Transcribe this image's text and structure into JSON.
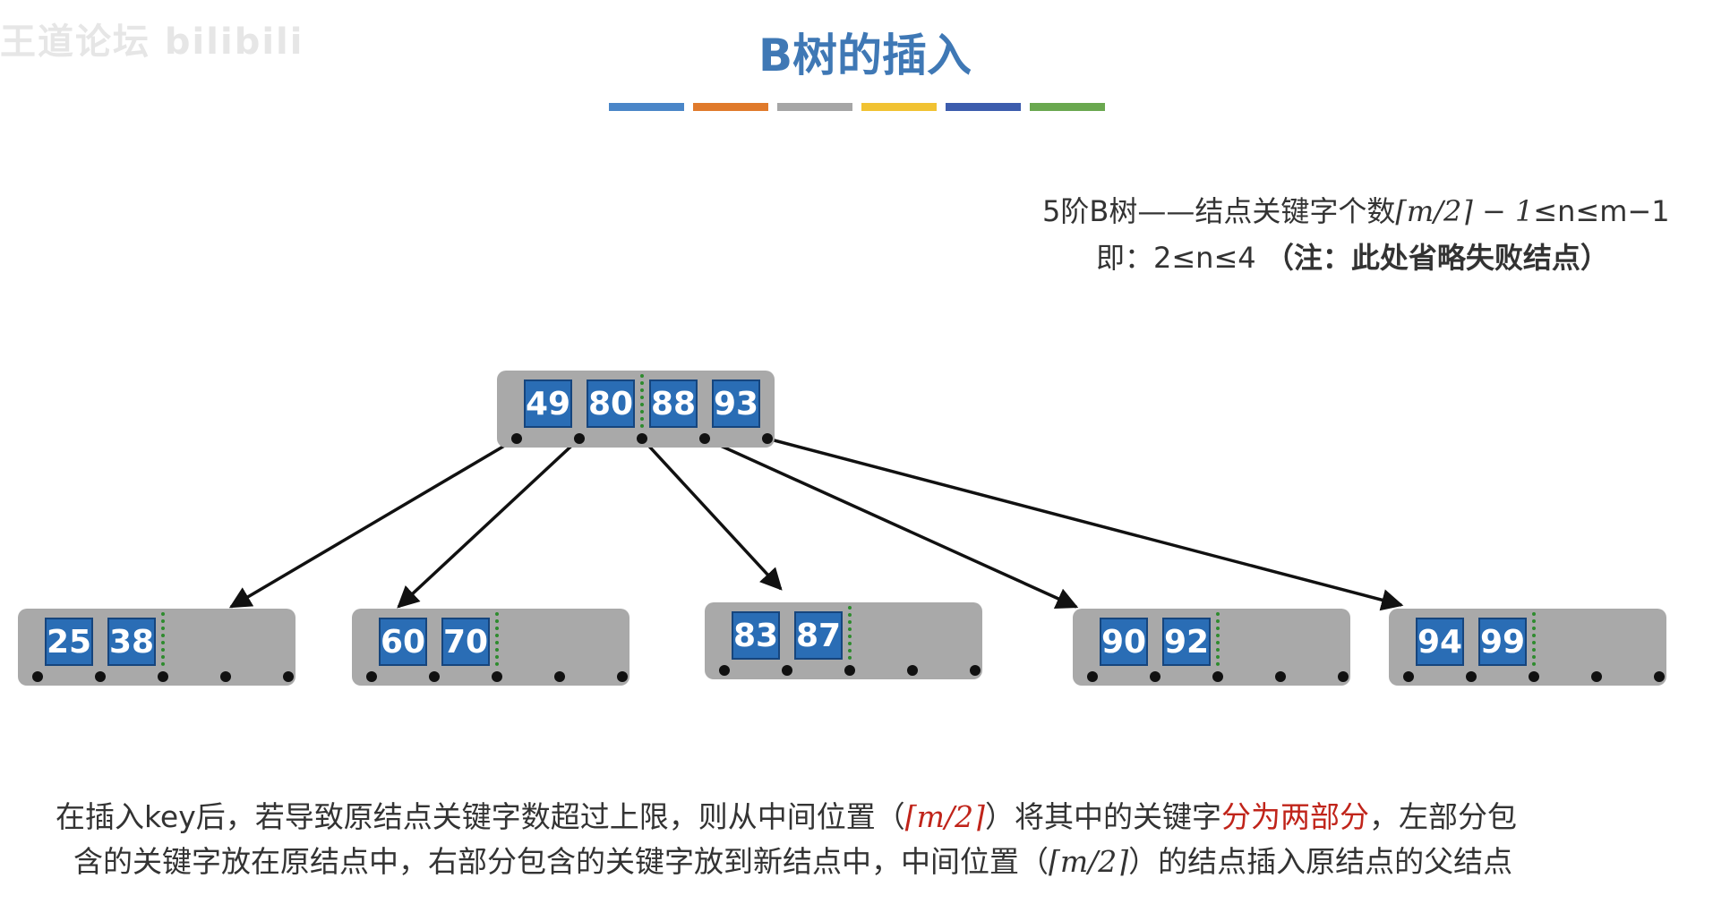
{
  "watermark": "王道论坛 bilibili",
  "title": "B树的插入",
  "color_bars": [
    "#4a86c8",
    "#e07a2b",
    "#a6a6a6",
    "#f1c232",
    "#3c5cad",
    "#6aa84f"
  ],
  "constraint": {
    "line1_prefix": "5阶B树——结点关键字个数",
    "line1_math": "⌈m/2⌉ − 1",
    "line1_suffix": "≤n≤m−1",
    "line2_prefix": "即：2≤n≤4",
    "line2_note": "（注：此处省略失败结点）"
  },
  "tree": {
    "root": {
      "keys": [
        "49",
        "80",
        "88",
        "93"
      ]
    },
    "children": [
      {
        "keys": [
          "25",
          "38"
        ]
      },
      {
        "keys": [
          "60",
          "70"
        ]
      },
      {
        "keys": [
          "83",
          "87"
        ]
      },
      {
        "keys": [
          "90",
          "92"
        ]
      },
      {
        "keys": [
          "94",
          "99"
        ]
      }
    ]
  },
  "caption": {
    "p1": "在插入key后，若导致原结点关键字数超过上限，则从中间位置（",
    "p1_math": "⌈m/2⌉",
    "p2": "）将其中的关键字",
    "p2_hl": "分为两部分",
    "p3": "，左部分包",
    "l2_a": "含的关键字放在原结点中，右部分包含的关键字放到新结点中，中间位置（",
    "l2_math": "⌈m/2⌉",
    "l2_b": "）的结点插入原结点的父结点"
  }
}
